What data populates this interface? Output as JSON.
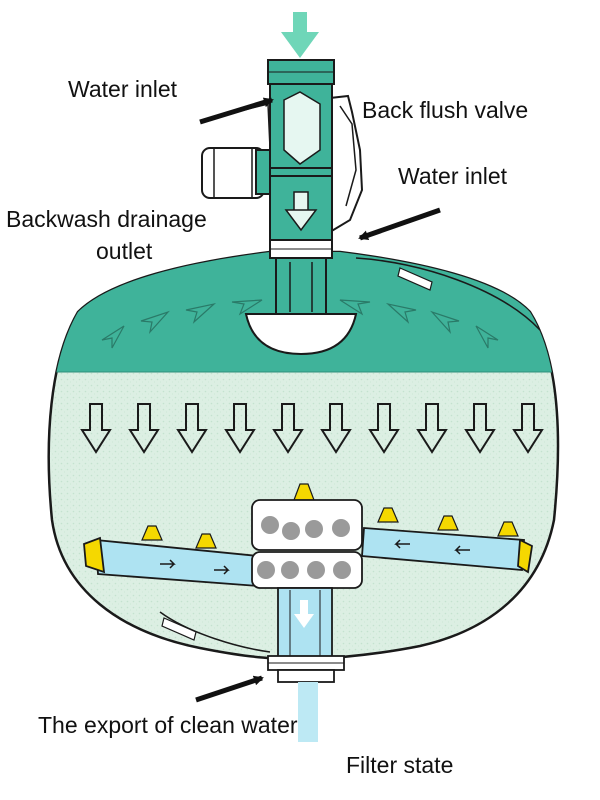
{
  "labels": {
    "water_inlet_top": "Water inlet",
    "back_flush_valve": "Back flush valve",
    "water_inlet_right": "Water inlet",
    "backwash_drainage_line1": "Backwash drainage",
    "backwash_drainage_line2": "outlet",
    "export_clean_water": "The export of clean water",
    "filter_state": "Filter state"
  },
  "colors": {
    "water_teal": "#3fb39a",
    "media_green": "#dcefe3",
    "pipe_cyan": "#aee3f2",
    "nozzle_yellow": "#f5d800",
    "outline": "#1a1a1a"
  }
}
